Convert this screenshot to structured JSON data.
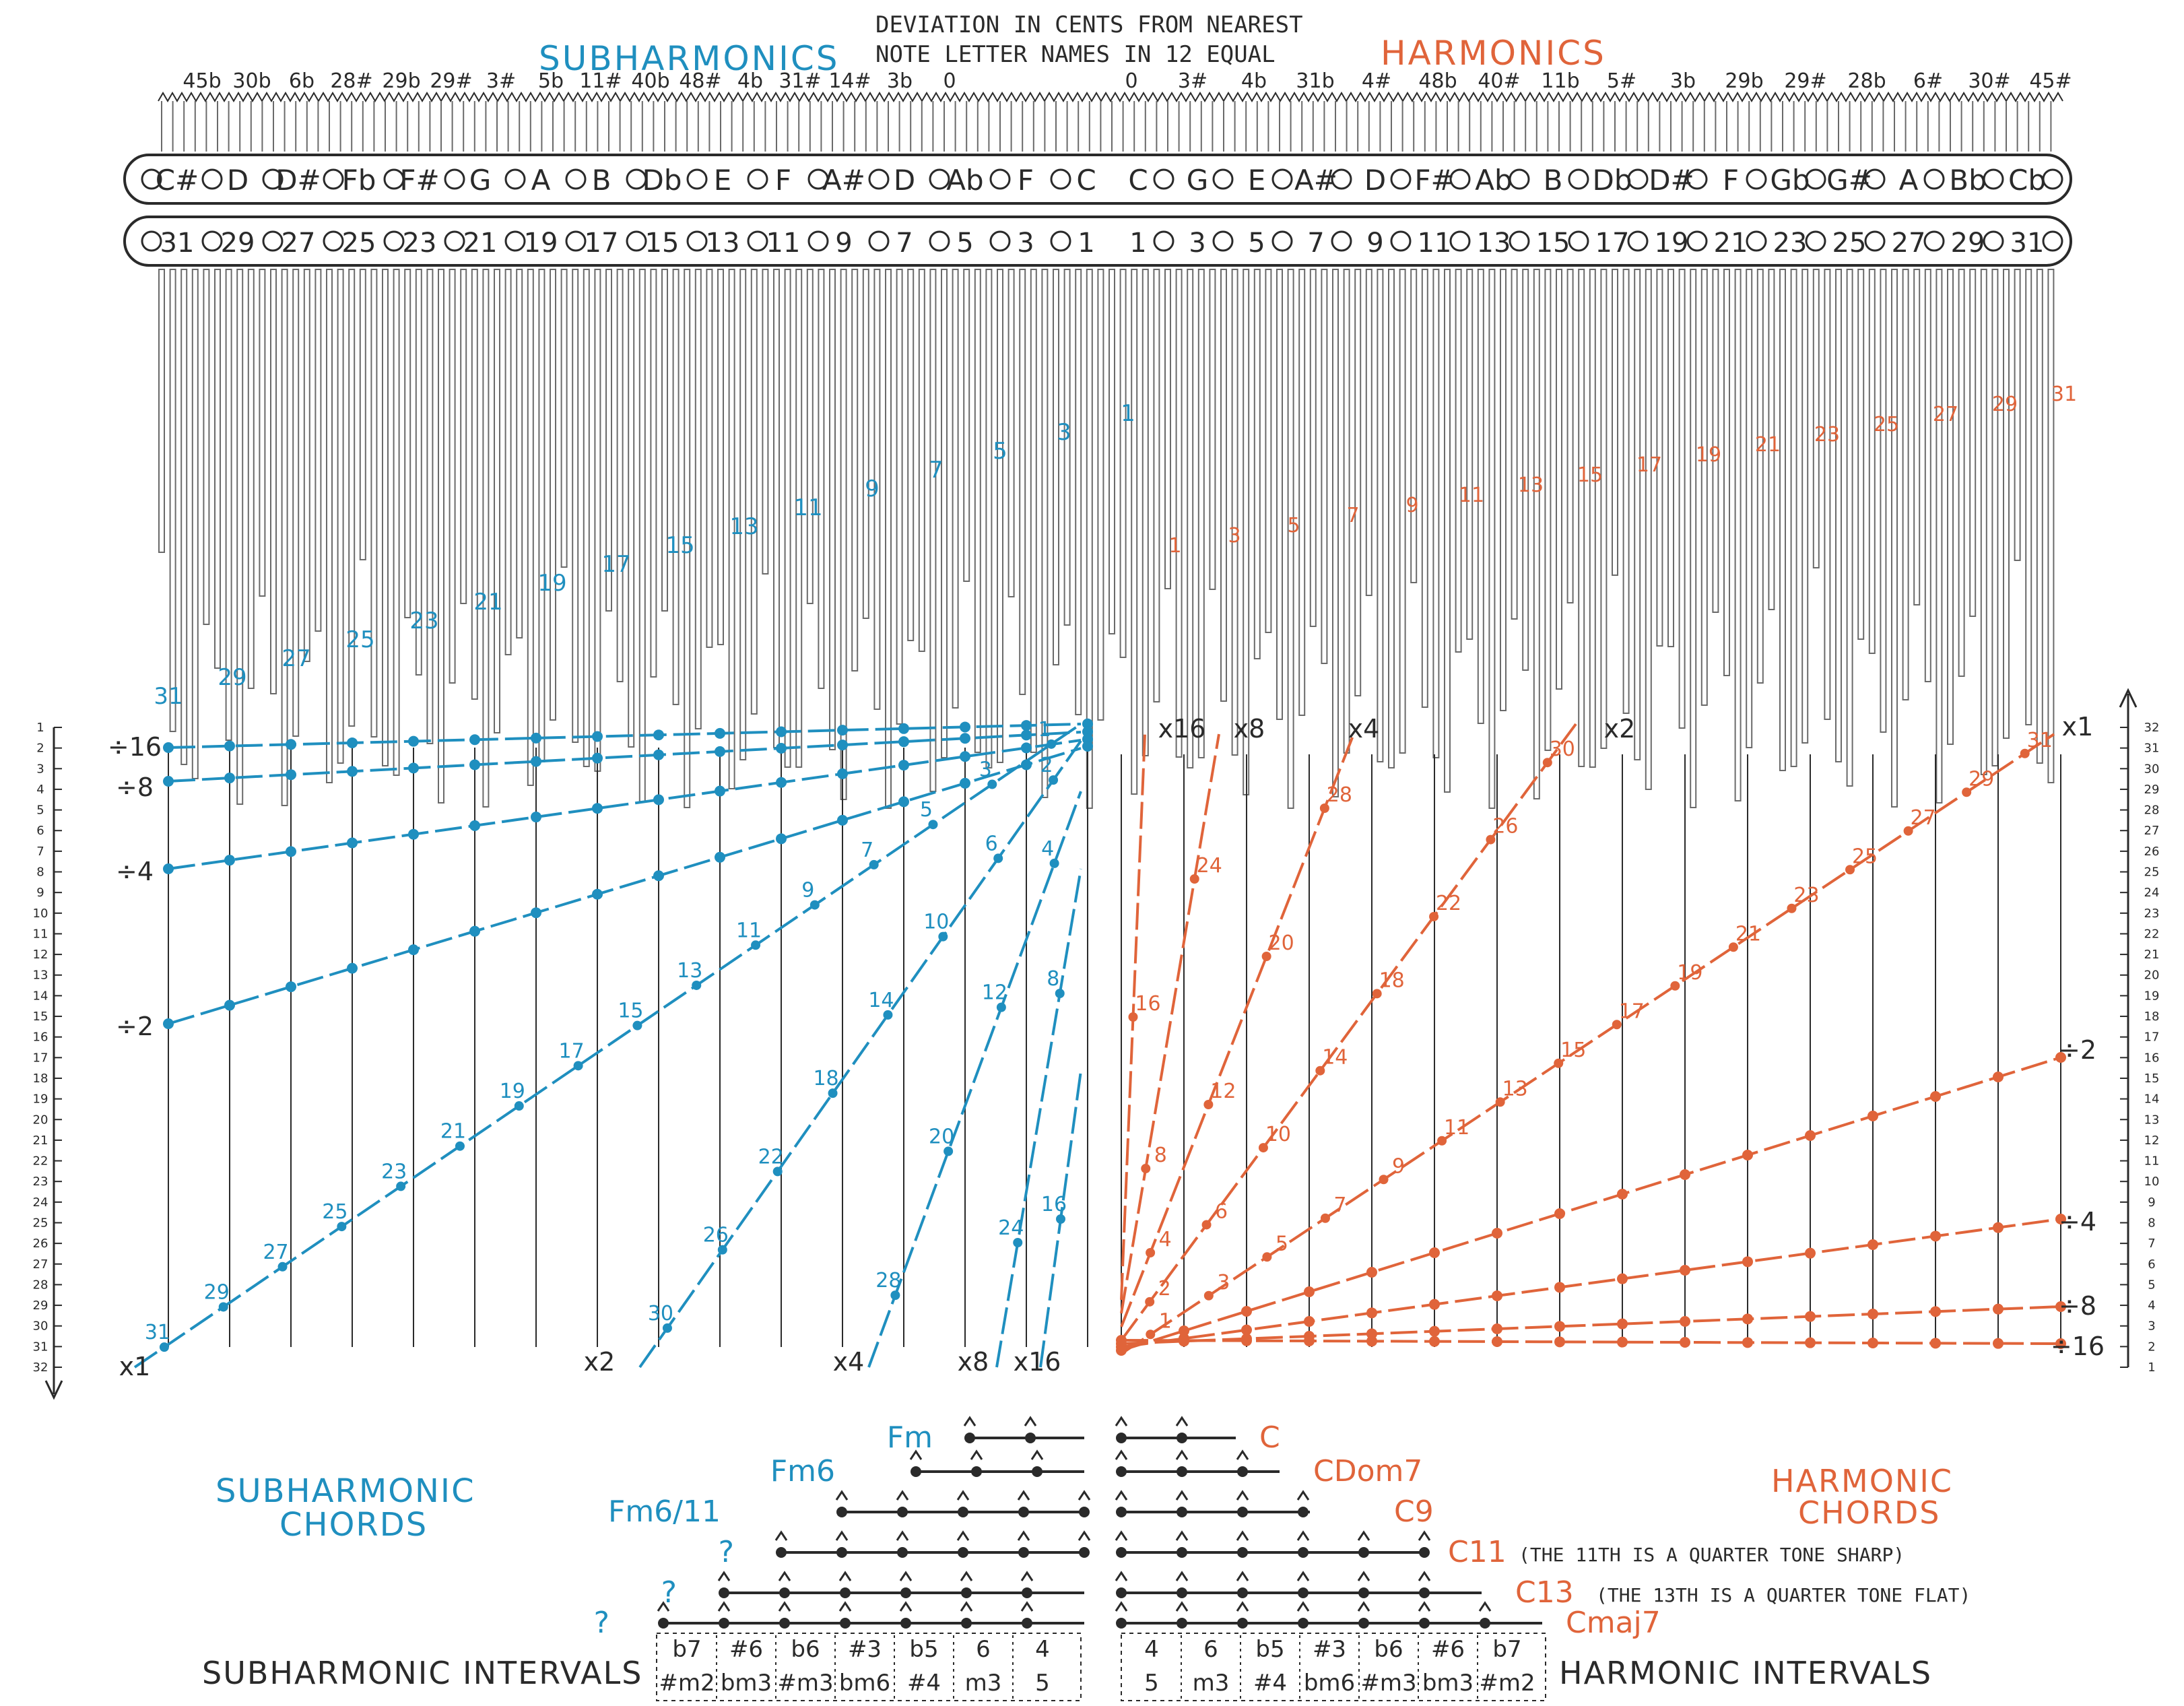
{
  "header": {
    "subharmonics_title": "SUBHARMONICS",
    "harmonics_title": "HARMONICS",
    "deviation_line1": "DEVIATION IN CENTS FROM NEAREST",
    "deviation_line2": "NOTE LETTER NAMES IN 12 EQUAL",
    "cents_left": [
      "45b",
      "30b",
      "6b",
      "28#",
      "29b",
      "29#",
      "3#",
      "5b",
      "11#",
      "40b",
      "48#",
      "4b",
      "31#",
      "14#",
      "3b",
      "0"
    ],
    "cents_right": [
      "0",
      "3#",
      "4b",
      "31b",
      "4#",
      "48b",
      "40#",
      "11b",
      "5#",
      "3b",
      "29b",
      "29#",
      "28b",
      "6#",
      "30#",
      "45#"
    ]
  },
  "colors": {
    "subharmonic": "#1f8fbf",
    "harmonic": "#e0643a",
    "ink": "#2a2a2a",
    "rod": "#6a6a6a"
  },
  "notes_bar": {
    "left": [
      "C#",
      "D",
      "D#",
      "Fb",
      "F#",
      "G",
      "A",
      "B",
      "Db",
      "E",
      "F",
      "A#",
      "D",
      "Ab",
      "F",
      "C"
    ],
    "right": [
      "C",
      "G",
      "E",
      "A#",
      "D",
      "F#",
      "Ab",
      "B",
      "Db",
      "D#",
      "F",
      "Gb",
      "G#",
      "A",
      "Bb",
      "Cb"
    ]
  },
  "numbers_bar": {
    "left": [
      "31",
      "29",
      "27",
      "25",
      "23",
      "21",
      "19",
      "17",
      "15",
      "13",
      "11",
      "9",
      "7",
      "5",
      "3",
      "1"
    ],
    "right": [
      "1",
      "3",
      "5",
      "7",
      "9",
      "11",
      "13",
      "15",
      "17",
      "19",
      "21",
      "23",
      "25",
      "27",
      "29",
      "31"
    ]
  },
  "rod_labels": {
    "sub": [
      "31",
      "29",
      "27",
      "25",
      "23",
      "21",
      "19",
      "17",
      "15",
      "13",
      "11",
      "9",
      "7",
      "5",
      "3",
      "1"
    ],
    "harm": [
      "1",
      "3",
      "5",
      "7",
      "9",
      "11",
      "13",
      "15",
      "17",
      "19",
      "21",
      "23",
      "25",
      "27",
      "29",
      "31"
    ]
  },
  "grid": {
    "sub_labels": {
      "x1": [
        "31",
        "29",
        "27",
        "25",
        "23",
        "21",
        "19",
        "17",
        "15",
        "13",
        "11",
        "9",
        "7",
        "5",
        "3",
        "1"
      ],
      "x2": [
        "30",
        "26",
        "22",
        "18",
        "14",
        "10",
        "6",
        "2"
      ],
      "x4": [
        "28",
        "20",
        "12",
        "4"
      ],
      "x8": [
        "24",
        "8"
      ],
      "x16": [
        "16"
      ]
    },
    "harm_labels": {
      "x1": [
        "1",
        "3",
        "5",
        "7",
        "9",
        "11",
        "13",
        "15",
        "17",
        "19",
        "21",
        "23",
        "25",
        "27",
        "29",
        "31"
      ],
      "x2": [
        "2",
        "6",
        "10",
        "14",
        "18",
        "22",
        "26",
        "30"
      ],
      "x4": [
        "4",
        "12",
        "20",
        "28"
      ],
      "x8": [
        "8",
        "24"
      ],
      "x16": [
        "16"
      ]
    },
    "left_markers": [
      "÷16",
      "÷8",
      "÷4",
      "÷2",
      "x1"
    ],
    "right_markers": [
      "x1",
      "÷2",
      "÷4",
      "÷8",
      "÷16"
    ],
    "top_mult": [
      "x16",
      "x8",
      "x4",
      "x2"
    ],
    "bottom_mult": [
      "x2",
      "x4",
      "x8",
      "x16"
    ],
    "scale_numbers": [
      "1",
      "2",
      "3",
      "4",
      "5",
      "6",
      "7",
      "8",
      "9",
      "10",
      "11",
      "12",
      "13",
      "14",
      "15",
      "16",
      "17",
      "18",
      "19",
      "20",
      "21",
      "22",
      "23",
      "24",
      "25",
      "26",
      "27",
      "28",
      "29",
      "30",
      "31",
      "32"
    ]
  },
  "chords": {
    "sub_title_1": "SUBHARMONIC",
    "sub_title_2": "CHORDS",
    "harm_title_1": "HARMONIC",
    "harm_title_2": "CHORDS",
    "sub_names": [
      "Fm",
      "Fm6",
      "Fm6/11",
      "?",
      "?",
      "?"
    ],
    "harm_names": [
      "C",
      "CDom7",
      "C9",
      "C11",
      "C13",
      "Cmaj7"
    ],
    "note_c11": "(THE 11TH IS A QUARTER TONE SHARP)",
    "note_c13": "(THE 13TH IS A QUARTER TONE FLAT)"
  },
  "intervals": {
    "sub_label": "SUBHARMONIC INTERVALS",
    "harm_label": "HARMONIC INTERVALS",
    "sub_top": [
      "b7",
      "#6",
      "b6",
      "#3",
      "b5",
      "6",
      "4"
    ],
    "sub_bottom": [
      "#m2",
      "bm3",
      "#m3",
      "bm6",
      "#4",
      "m3",
      "5"
    ],
    "harm_top": [
      "4",
      "6",
      "b5",
      "#3",
      "b6",
      "#6",
      "b7"
    ],
    "harm_bottom": [
      "5",
      "m3",
      "#4",
      "bm6",
      "#m3",
      "bm3",
      "#m2"
    ]
  }
}
